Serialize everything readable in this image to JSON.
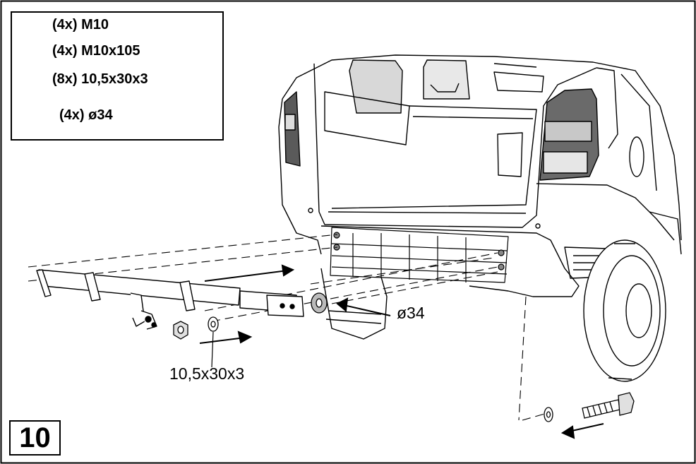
{
  "legend": {
    "items": [
      {
        "icon": "nut-icon",
        "text": "(4x) M10"
      },
      {
        "icon": "bolt-icon",
        "text": "(4x) M10x105"
      },
      {
        "icon": "flat-washer-icon",
        "text": "(8x) 10,5x30x3"
      },
      {
        "icon": "large-washer-icon",
        "text": "(4x) ø34"
      }
    ]
  },
  "callouts": {
    "large_washer": "ø34",
    "flat_washer": "10,5x30x3"
  },
  "step_number": "10"
}
